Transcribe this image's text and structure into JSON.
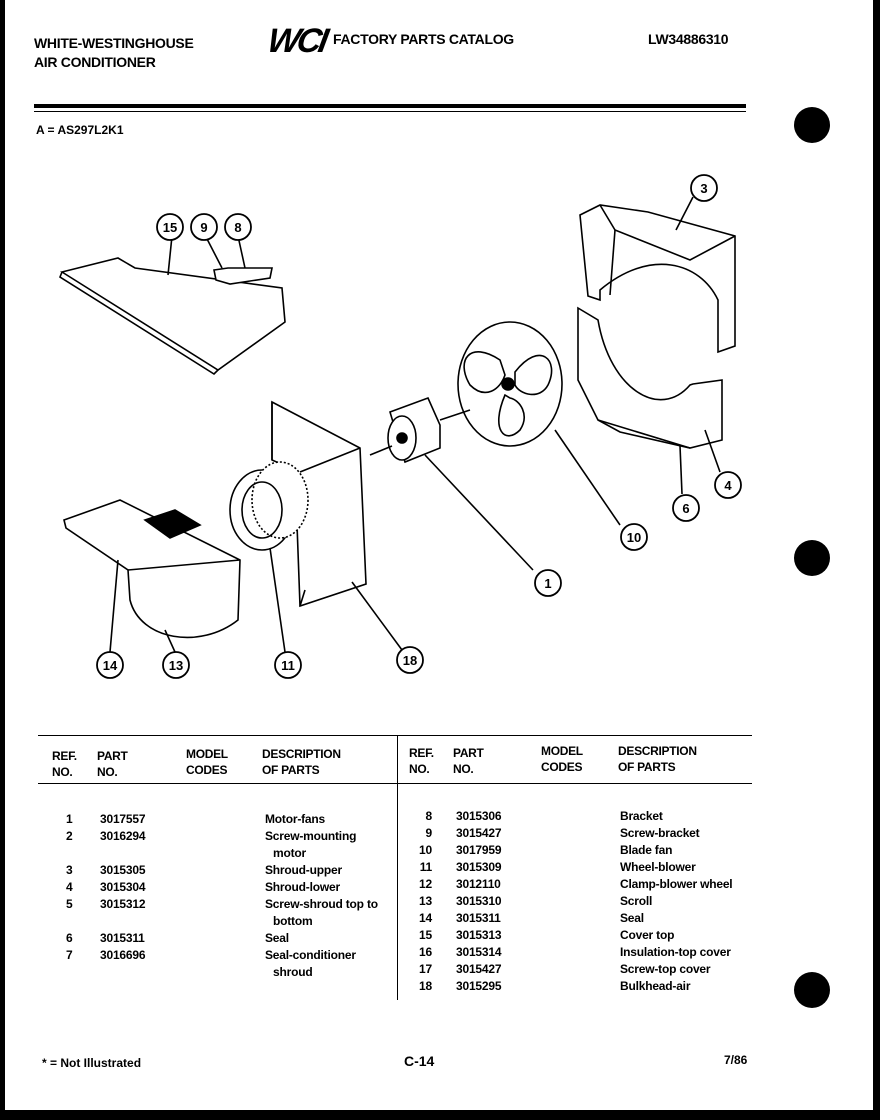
{
  "header": {
    "left_line1": "WHITE-WESTINGHOUSE",
    "left_line2": "AIR CONDITIONER",
    "logo": "WCI",
    "title": "FACTORY PARTS CATALOG",
    "catalog_no": "LW34886310"
  },
  "model": "A = AS297L2K1",
  "callouts": [
    "15",
    "9",
    "8",
    "3",
    "1",
    "10",
    "6",
    "4",
    "14",
    "13",
    "11",
    "18"
  ],
  "table": {
    "headers": {
      "ref1": "REF.",
      "ref2": "NO.",
      "part1": "PART",
      "part2": "NO.",
      "model1": "MODEL",
      "model2": "CODES",
      "desc1": "DESCRIPTION",
      "desc2": "OF PARTS"
    },
    "left_rows": [
      {
        "ref": "1",
        "part": "3017557",
        "desc": "Motor-fans"
      },
      {
        "ref": "2",
        "part": "3016294",
        "desc": "Screw-mounting"
      },
      {
        "ref": "",
        "part": "",
        "desc": "motor"
      },
      {
        "ref": "3",
        "part": "3015305",
        "desc": "Shroud-upper"
      },
      {
        "ref": "4",
        "part": "3015304",
        "desc": "Shroud-lower"
      },
      {
        "ref": "5",
        "part": "3015312",
        "desc": "Screw-shroud top to"
      },
      {
        "ref": "",
        "part": "",
        "desc": "bottom"
      },
      {
        "ref": "6",
        "part": "3015311",
        "desc": "Seal"
      },
      {
        "ref": "7",
        "part": "3016696",
        "desc": "Seal-conditioner"
      },
      {
        "ref": "",
        "part": "",
        "desc": "shroud"
      }
    ],
    "right_rows": [
      {
        "ref": "8",
        "part": "3015306",
        "desc": "Bracket"
      },
      {
        "ref": "9",
        "part": "3015427",
        "desc": "Screw-bracket"
      },
      {
        "ref": "10",
        "part": "3017959",
        "desc": "Blade fan"
      },
      {
        "ref": "11",
        "part": "3015309",
        "desc": "Wheel-blower"
      },
      {
        "ref": "12",
        "part": "3012110",
        "desc": "Clamp-blower wheel"
      },
      {
        "ref": "13",
        "part": "3015310",
        "desc": "Scroll"
      },
      {
        "ref": "14",
        "part": "3015311",
        "desc": "Seal"
      },
      {
        "ref": "15",
        "part": "3015313",
        "desc": "Cover top"
      },
      {
        "ref": "16",
        "part": "3015314",
        "desc": "Insulation-top cover"
      },
      {
        "ref": "17",
        "part": "3015427",
        "desc": "Screw-top cover"
      },
      {
        "ref": "18",
        "part": "3015295",
        "desc": "Bulkhead-air"
      }
    ]
  },
  "footer": {
    "note": "* = Not Illustrated",
    "page": "C-14",
    "date": "7/86"
  }
}
